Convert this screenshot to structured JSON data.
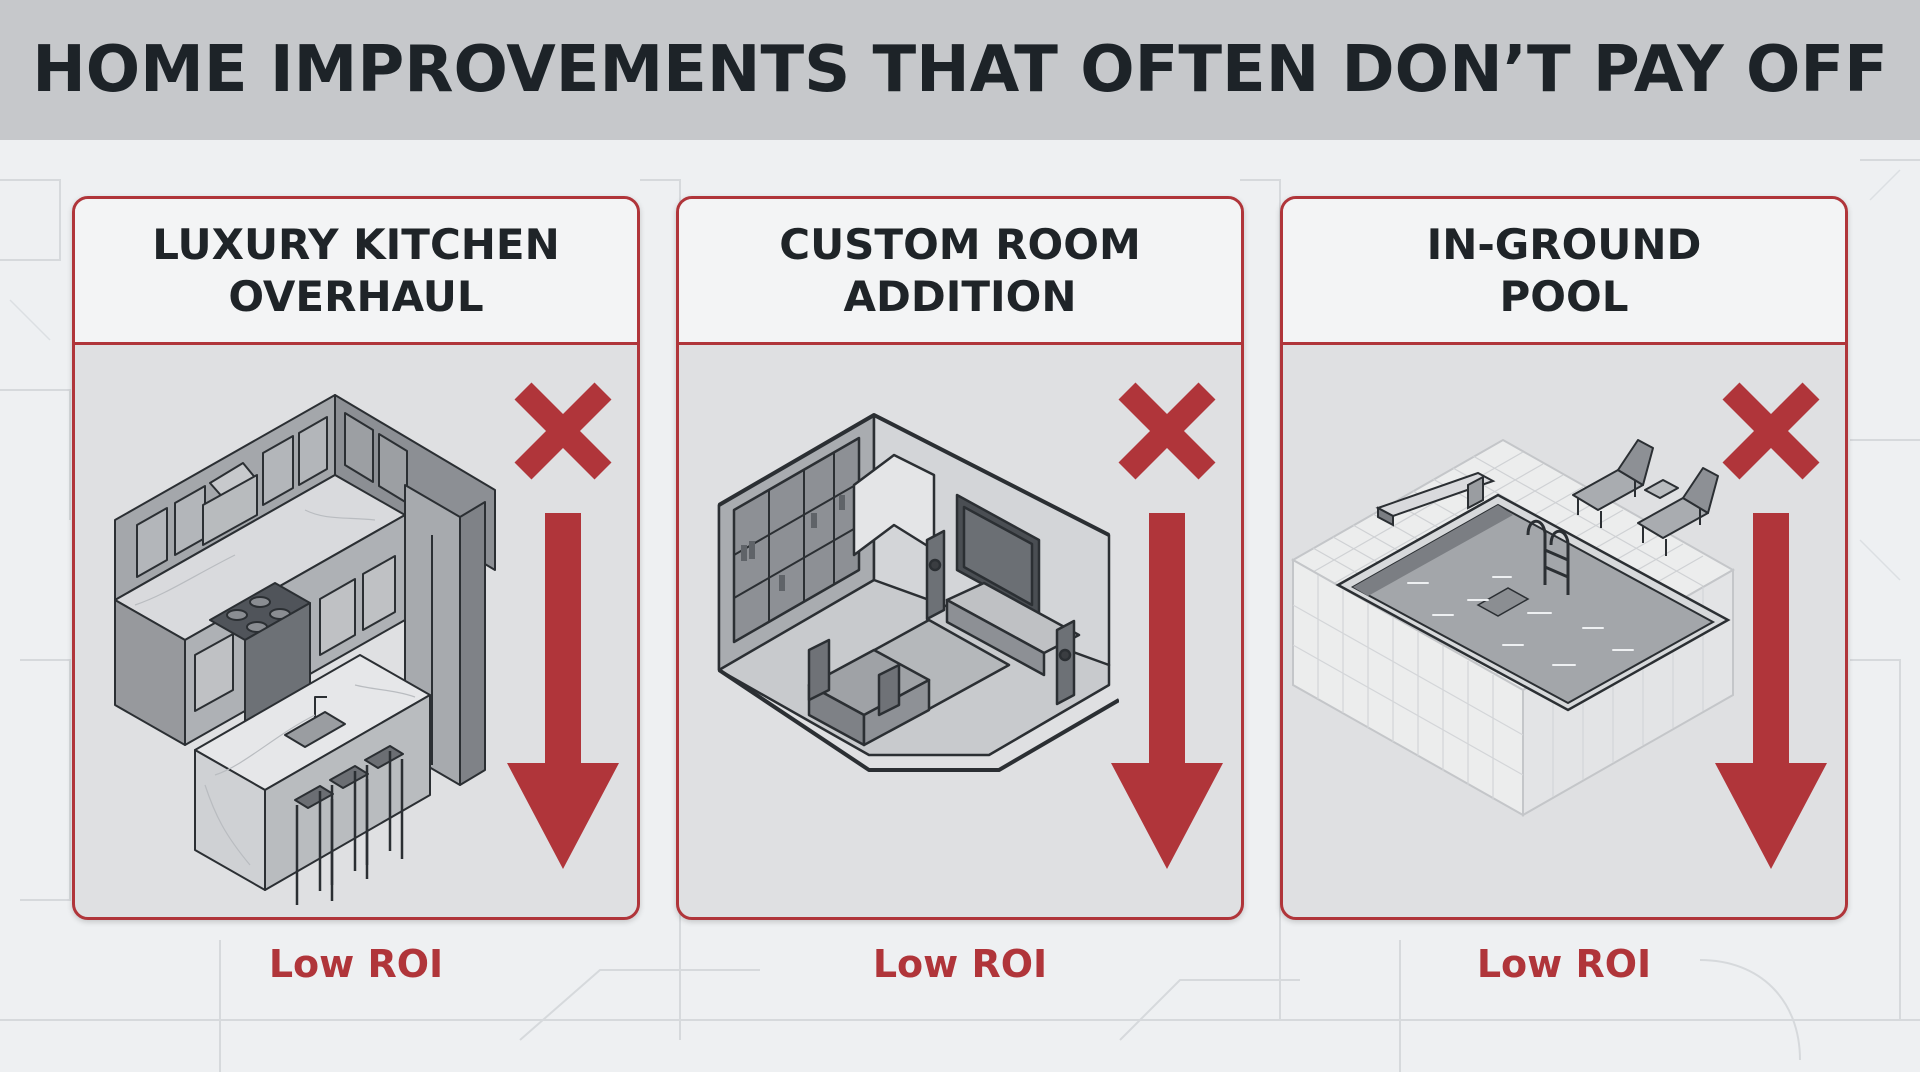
{
  "title": "HOME IMPROVEMENTS THAT OFTEN DON’T PAY OFF",
  "colors": {
    "accent_red": "#b0353a",
    "title_bar": "#c6c8cb",
    "background": "#eef0f2"
  },
  "cards": [
    {
      "title_line1": "LUXURY KITCHEN",
      "title_line2": "OVERHAUL",
      "illustration": "kitchen-illustration",
      "status_icons": [
        "x-icon",
        "down-arrow-icon"
      ],
      "caption": "Low ROI"
    },
    {
      "title_line1": "CUSTOM ROOM",
      "title_line2": "ADDITION",
      "illustration": "room-addition-illustration",
      "status_icons": [
        "x-icon",
        "down-arrow-icon"
      ],
      "caption": "Low ROI"
    },
    {
      "title_line1": "IN-GROUND",
      "title_line2": "POOL",
      "illustration": "pool-illustration",
      "status_icons": [
        "x-icon",
        "down-arrow-icon"
      ],
      "caption": "Low ROI"
    }
  ]
}
